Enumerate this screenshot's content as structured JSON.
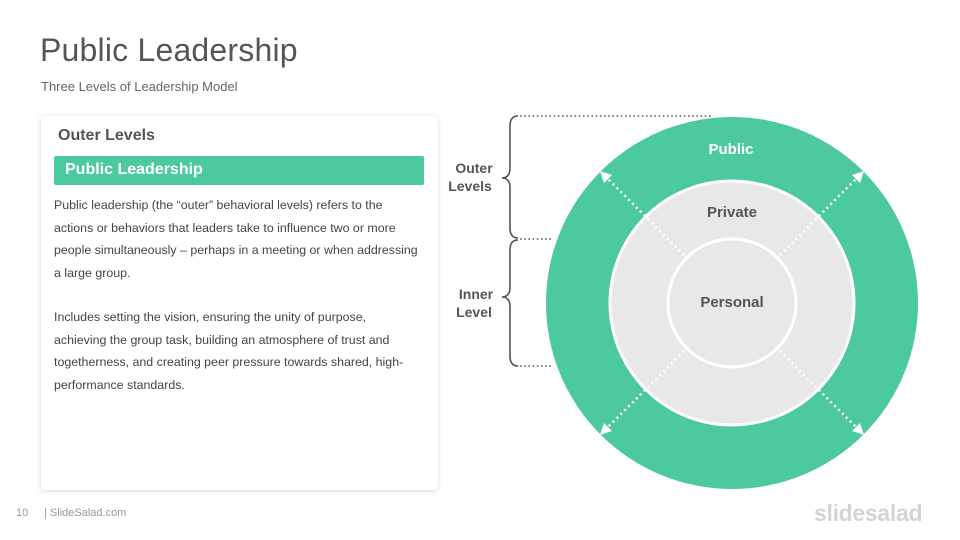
{
  "header": {
    "title": "Public Leadership",
    "subtitle": "Three Levels of Leadership Model"
  },
  "card": {
    "heading": "Outer Levels",
    "banner": "Public Leadership",
    "paragraph1": "Public leadership (the “outer” behavioral levels) refers to the actions or behaviors that leaders take to influence two or more people simultaneously – perhaps in a meeting or when addressing a large group.",
    "paragraph2": "Includes setting the vision, ensuring the unity of purpose, achieving the group task, building an atmosphere of trust and togetherness, and creating peer pressure towards shared, high-performance standards."
  },
  "diagram": {
    "brackets": {
      "outer_line1": "Outer",
      "outer_line2": "Levels",
      "inner_line1": "Inner",
      "inner_line2": "Level"
    },
    "rings": {
      "outer": "Public",
      "middle": "Private",
      "center": "Personal"
    },
    "colors": {
      "accent": "#4cc99d",
      "ring_fill": "#e8e8e8",
      "ring_stroke": "#ffffff"
    }
  },
  "footer": {
    "page_number": "10",
    "site": "| SlideSalad.com",
    "brand": "slidesalad"
  }
}
